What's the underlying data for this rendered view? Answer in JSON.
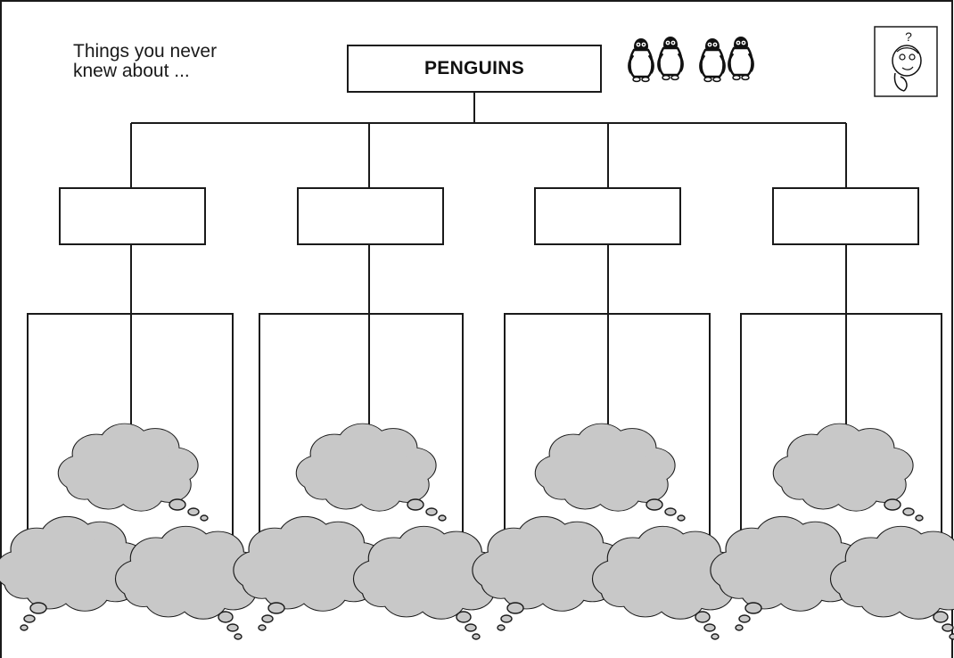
{
  "intro": {
    "line1": "Things you never",
    "line2": "knew about ..."
  },
  "title": "PENGUINS",
  "topics": [
    {
      "label": ""
    },
    {
      "label": ""
    },
    {
      "label": ""
    },
    {
      "label": ""
    }
  ],
  "icons": {
    "penguins": "penguin-icon",
    "thinker": "thinking-head-icon"
  },
  "colors": {
    "cloud_fill": "#c8c8c8",
    "outline": "#1a1a1a"
  }
}
